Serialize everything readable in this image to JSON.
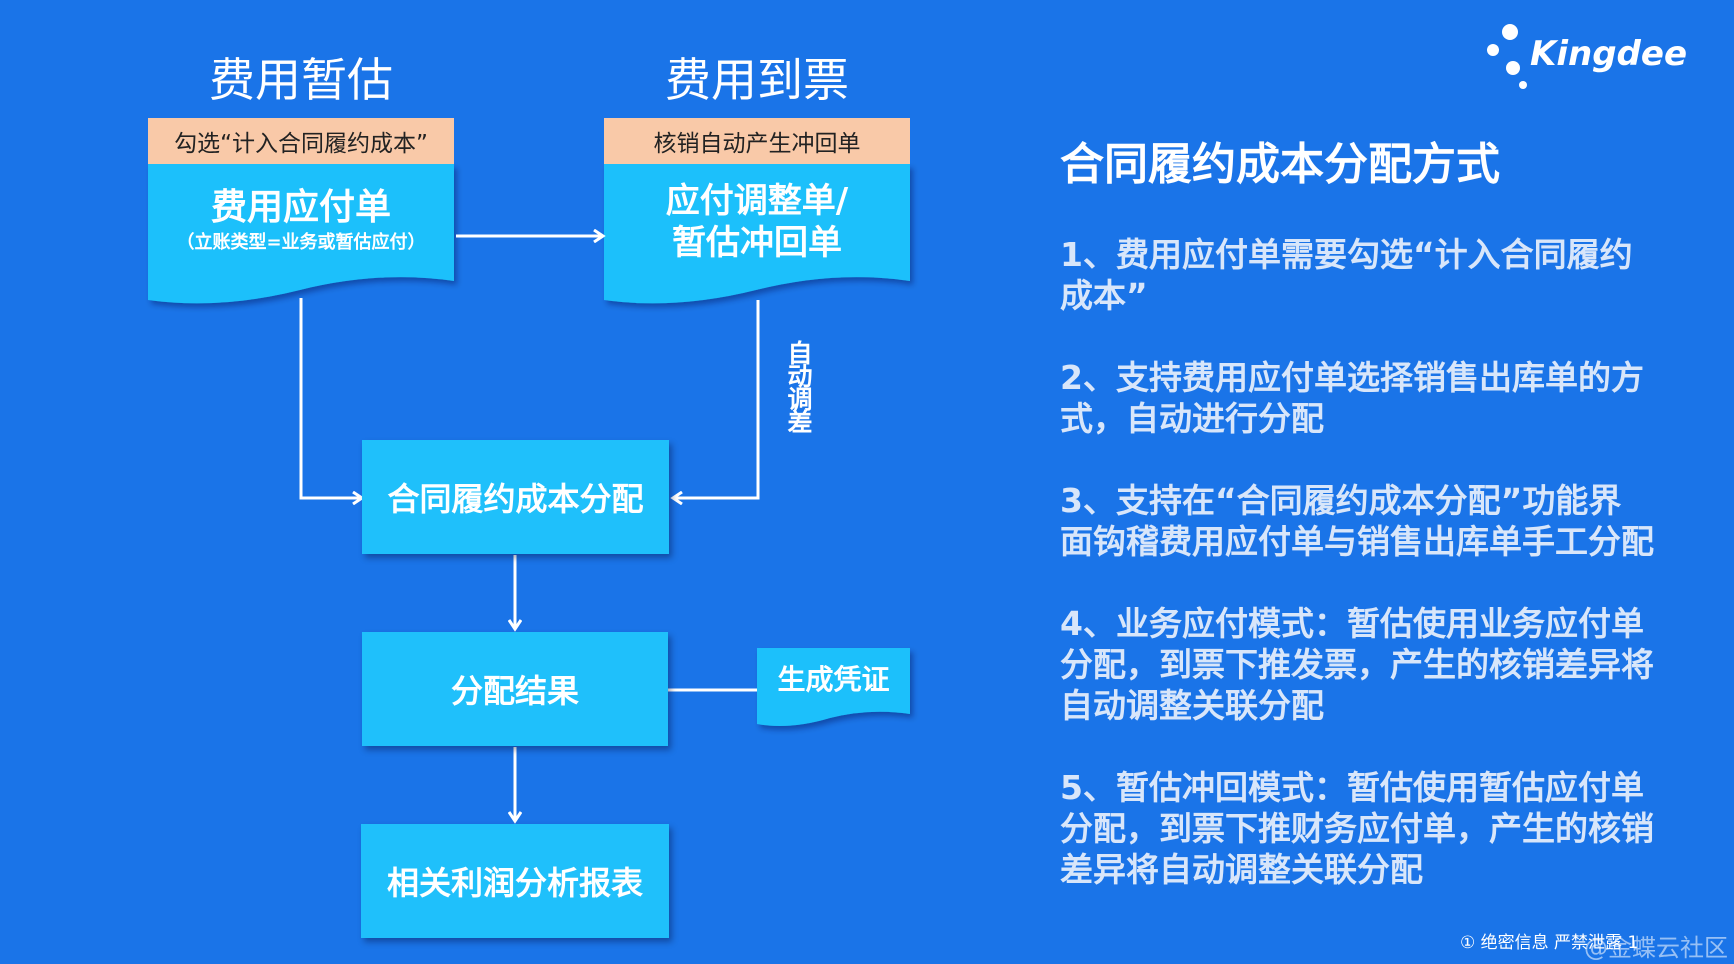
{
  "colors": {
    "background": "#1a74e8",
    "box": "#1fc0fb",
    "header_peach": "#f9c9a8"
  },
  "logo": {
    "text": "Kingdee",
    "icon": "kingdee-dots-icon"
  },
  "left_column": {
    "title": "费用暂估",
    "header": "勾选“计入合同履约成本”",
    "doc_title": "费用应付单",
    "doc_subtitle": "（立账类型=业务或暂估应付）"
  },
  "mid_column": {
    "title": "费用到票",
    "header": "核销自动产生冲回单",
    "doc_title_line1": "应付调整单/",
    "doc_title_line2": "暂估冲回单"
  },
  "auto_adjust_label": "自动调差",
  "boxes": {
    "allocation": "合同履约成本分配",
    "result": "分配结果",
    "voucher": "生成凭证",
    "report": "相关利润分析报表"
  },
  "right_panel": {
    "title": "合同履约成本分配方式",
    "items": [
      {
        "line1": "1、费用应付单需要勾选“计入合同履约",
        "line2": "成本”"
      },
      {
        "line1": "2、支持费用应付单选择销售出库单的方",
        "line2": "式，自动进行分配"
      },
      {
        "line1": "3、支持在“合同履约成本分配”功能界",
        "line2": "面钩稽费用应付单与销售出库单手工分配"
      },
      {
        "line1": "4、业务应付模式：暂估使用业务应付单",
        "line2": "分配，到票下推发票，产生的核销差异将",
        "line3": "自动调整关联分配"
      },
      {
        "line1": "5、暂估冲回模式：暂估使用暂估应付单",
        "line2": "分配，到票下推财务应付单，产生的核销",
        "line3": "差异将自动调整关联分配"
      }
    ]
  },
  "footer": {
    "confidential": "① 绝密信息 严禁泄露 1",
    "watermark": "@金蝶云社区"
  }
}
